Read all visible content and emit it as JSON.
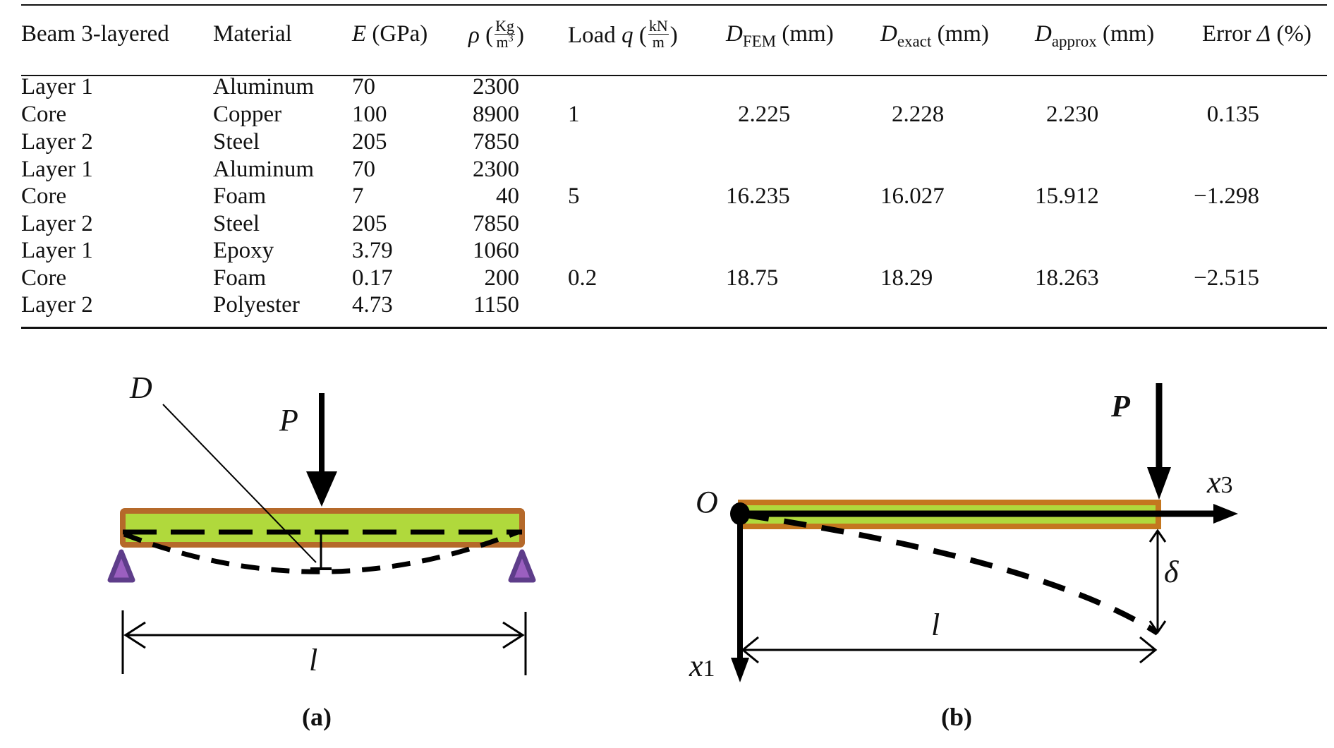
{
  "table": {
    "headers": {
      "beam": "Beam 3-layered",
      "material": "Material",
      "E_symbol": "E",
      "E_unit": "(GPa)",
      "rho_symbol": "ρ",
      "rho_unit_num": "Kg",
      "rho_unit_den": "m",
      "rho_unit_den_exp": "3",
      "load_label": "Load",
      "load_symbol": "q",
      "load_unit_num": "kN",
      "load_unit_den": "m",
      "dfem_symbol": "D",
      "dfem_sub": "FEM",
      "dfem_unit": "(mm)",
      "dexact_symbol": "D",
      "dexact_sub": "exact",
      "dexact_unit": "(mm)",
      "dapprox_symbol": "D",
      "dapprox_sub": "approx",
      "dapprox_unit": "(mm)",
      "error_label": "Error",
      "error_symbol": "Δ",
      "error_unit": "(%)"
    },
    "rows": [
      {
        "layer": "Layer 1",
        "material": "Aluminum",
        "E": "70",
        "rho": "2300"
      },
      {
        "layer": "Core",
        "material": "Copper",
        "E": "100",
        "rho": "8900"
      },
      {
        "layer": "Layer 2",
        "material": "Steel",
        "E": "205",
        "rho": "7850"
      },
      {
        "layer": "Layer 1",
        "material": "Aluminum",
        "E": "70",
        "rho": "2300"
      },
      {
        "layer": "Core",
        "material": "Foam",
        "E": "7",
        "rho": "40"
      },
      {
        "layer": "Layer 2",
        "material": "Steel",
        "E": "205",
        "rho": "7850"
      },
      {
        "layer": "Layer 1",
        "material": "Epoxy",
        "E": "3.79",
        "rho": "1060"
      },
      {
        "layer": "Core",
        "material": "Foam",
        "E": "0.17",
        "rho": "200"
      },
      {
        "layer": "Layer 2",
        "material": "Polyester",
        "E": "4.73",
        "rho": "1150"
      }
    ],
    "groups": [
      {
        "load": "1",
        "d_fem": "2.225",
        "d_exact": "2.228",
        "d_approx": "2.230",
        "error": "0.135"
      },
      {
        "load": "5",
        "d_fem": "16.235",
        "d_exact": "16.027",
        "d_approx": "15.912",
        "error": "−1.298"
      },
      {
        "load": "0.2",
        "d_fem": "18.75",
        "d_exact": "18.29",
        "d_approx": "18.263",
        "error": "−2.515"
      }
    ]
  },
  "figure_a": {
    "label_D": "D",
    "label_P": "P",
    "label_l": "l",
    "caption": "(a)",
    "colors": {
      "beam_fill": "#b0d93c",
      "beam_border": "#b5692a",
      "support_fill": "#9b5fc0",
      "support_border": "#5e3d8a"
    }
  },
  "figure_b": {
    "label_O": "O",
    "label_P": "P",
    "label_x3": "x",
    "label_x3_sub": "3",
    "label_x1": "x",
    "label_x1_sub": "1",
    "label_delta": "δ",
    "label_l": "l",
    "caption": "(b)",
    "colors": {
      "beam_fill": "#b0d93c",
      "beam_border": "#c4771f"
    }
  }
}
